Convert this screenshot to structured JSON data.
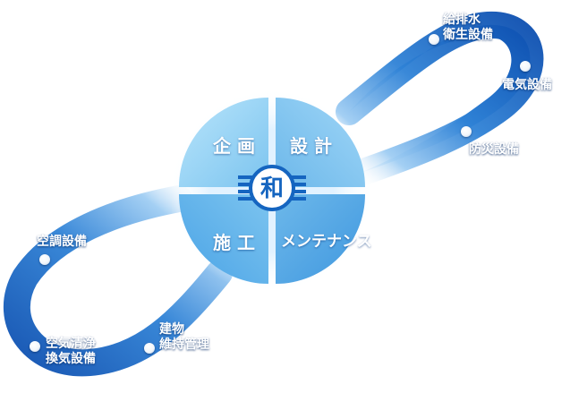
{
  "center": {
    "quadrants": {
      "top_left": "企 画",
      "top_right": "設 計",
      "bottom_left": "施 工",
      "bottom_right": "メンテナンス"
    },
    "logo_char": "和"
  },
  "loop_labels": {
    "plumbing": [
      "給排水",
      "衛生設備"
    ],
    "electrical": "電気設備",
    "disaster": "防災設備",
    "aircon": "空調設備",
    "air_purify": [
      "空気清浄",
      "換気設備"
    ],
    "building": [
      "建物",
      "維持管理"
    ]
  },
  "colors": {
    "loop_dark": "#0d4fb0",
    "loop_light": "#5aa7ea",
    "disc_light": "#b8e3fb",
    "disc_mid": "#6cbcee",
    "logo_blue": "#1565c0"
  }
}
